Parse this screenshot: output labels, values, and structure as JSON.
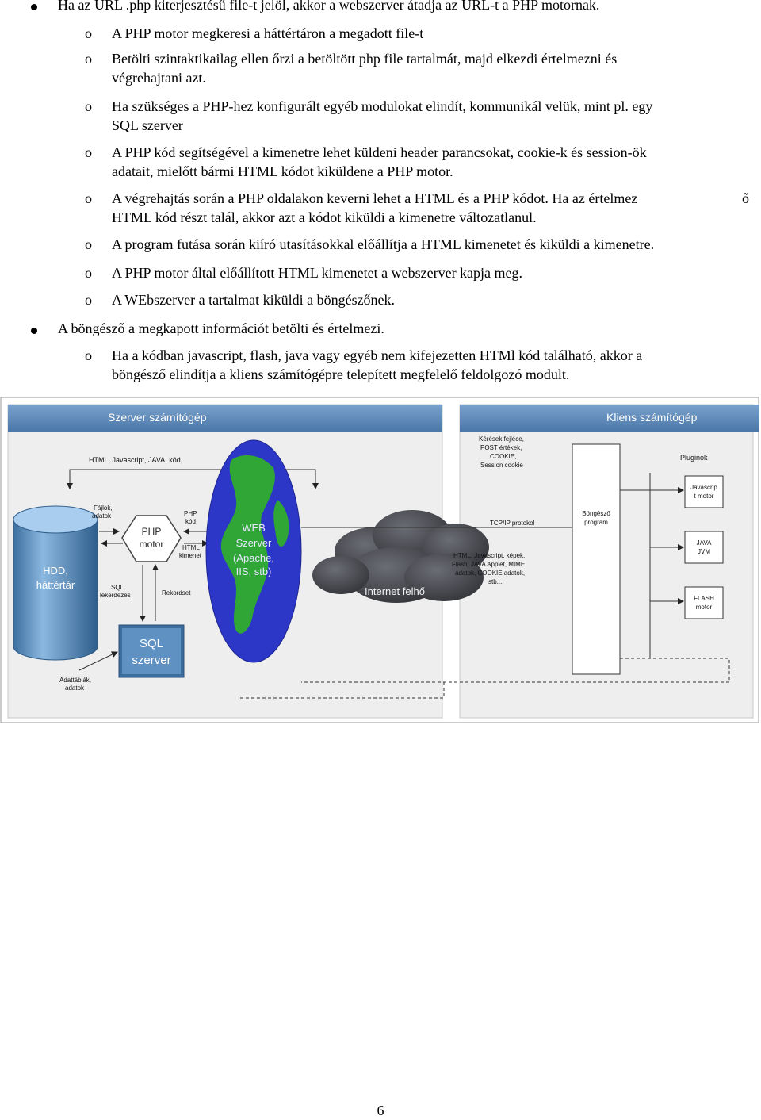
{
  "document": {
    "items": [
      {
        "level": 1,
        "lines": [
          "Ha az URL .php kiterjesztésű file-t jelöl, akkor a webszerver átadja az URL-t a PHP motornak."
        ]
      },
      {
        "level": 2,
        "lines": [
          "A PHP motor megkeresi a háttértáron a megadott file-t"
        ]
      },
      {
        "level": 2,
        "lines": [
          "Betölti szintaktikailag ellen   őrzi a betöltött php file tartalmát, majd elkezdi értelmezni és",
          "végrehajtani azt."
        ]
      },
      {
        "level": 2,
        "lines": [
          "Ha szükséges a PHP-hez konfigurált egyéb modulokat elindít, kommunikál velük, mint pl. egy",
          "SQL szerver"
        ]
      },
      {
        "level": 2,
        "lines": [
          "A PHP kód segítségével a kimenetre lehet küldeni header parancsokat, cookie-k és session-ök",
          "adatait, mielőtt bármi HTML kódot kiküldene a PHP motor."
        ]
      },
      {
        "level": 2,
        "lines": [
          "A végrehajtás során a PHP oldalakon keverni lehet a HTML és a PHP kódot. Ha az értelmez",
          "HTML kód részt talál, akkor azt a kódot kiküldi a kimenetre változatlanul."
        ],
        "tail": "ő"
      },
      {
        "level": 2,
        "lines": [
          "A program futása során kiíró utasításokkal előállítja a HTML kimenetet és kiküldi a kimenetre."
        ]
      },
      {
        "level": 2,
        "lines": [
          "A PHP motor által előállított HTML kimenetet a webszerver kapja meg."
        ]
      },
      {
        "level": 2,
        "lines": [
          "A WEbszerver a tartalmat kiküldi a böngészőnek."
        ]
      },
      {
        "level": 1,
        "lines": [
          "A böngésző a megkapott információt betölti és értelmezi."
        ]
      },
      {
        "level": 2,
        "lines": [
          "Ha a kódban javascript, flash, java vagy egyéb nem kifejezetten HTMl kód található, akkor a",
          "böngésző elindítja a kliens számítógépre telepített megfelelő feldolgozó modult."
        ]
      }
    ],
    "sub_bullet_char": "o",
    "page_number": "6"
  },
  "diagram": {
    "server_title": "Szerver számítógép",
    "client_title": "Kliens számítógép",
    "server_code_label": "HTML, Javascript, JAVA, kód,",
    "files_label": [
      "Fájlok,",
      "adatok"
    ],
    "php_code_label": [
      "PHP",
      "kód"
    ],
    "php_engine_label": [
      "PHP",
      "motor"
    ],
    "html_output_label": [
      "HTML",
      "kimenet"
    ],
    "web_server_label": [
      "WEB",
      "Szerver",
      "(Apache,",
      "IIS, stb)"
    ],
    "hdd_label": [
      "HDD,",
      "háttértár"
    ],
    "sql_query_label": [
      "SQL",
      "lekérdezés"
    ],
    "recordset_label": "Rekordset",
    "sql_server_label": [
      "SQL",
      "szerver"
    ],
    "data_tables_label": [
      "Adattáblák,",
      "adatok"
    ],
    "internet_label": "Internet felhő",
    "request_label": [
      "Kérések fejléce,",
      "POST értékek,",
      "COOKIE,",
      "Session cookie"
    ],
    "tcpip_label": "TCP/IP protokol",
    "response_label": [
      "HTML, Javascript, képek,",
      "Flash, JAVA Applet, MIME",
      "adatok, COOKIE adatok,",
      "stb..."
    ],
    "browser_label": [
      "Böngésző",
      "program"
    ],
    "plugins_label": "Pluginok",
    "js_engine_label": [
      "Javascrip",
      "t motor"
    ],
    "java_label": [
      "JAVA",
      "JVM"
    ],
    "flash_label": [
      "FLASH",
      "motor"
    ],
    "colors": {
      "title_bar": "#5b86b6",
      "panel_bg": "#eeeeee",
      "cylinder": "#5d94c6",
      "sql_box": "#3c6d9f",
      "globe_ocean": "#2c37c8",
      "globe_land": "#2fa635",
      "cloud": "#3f4045"
    }
  }
}
